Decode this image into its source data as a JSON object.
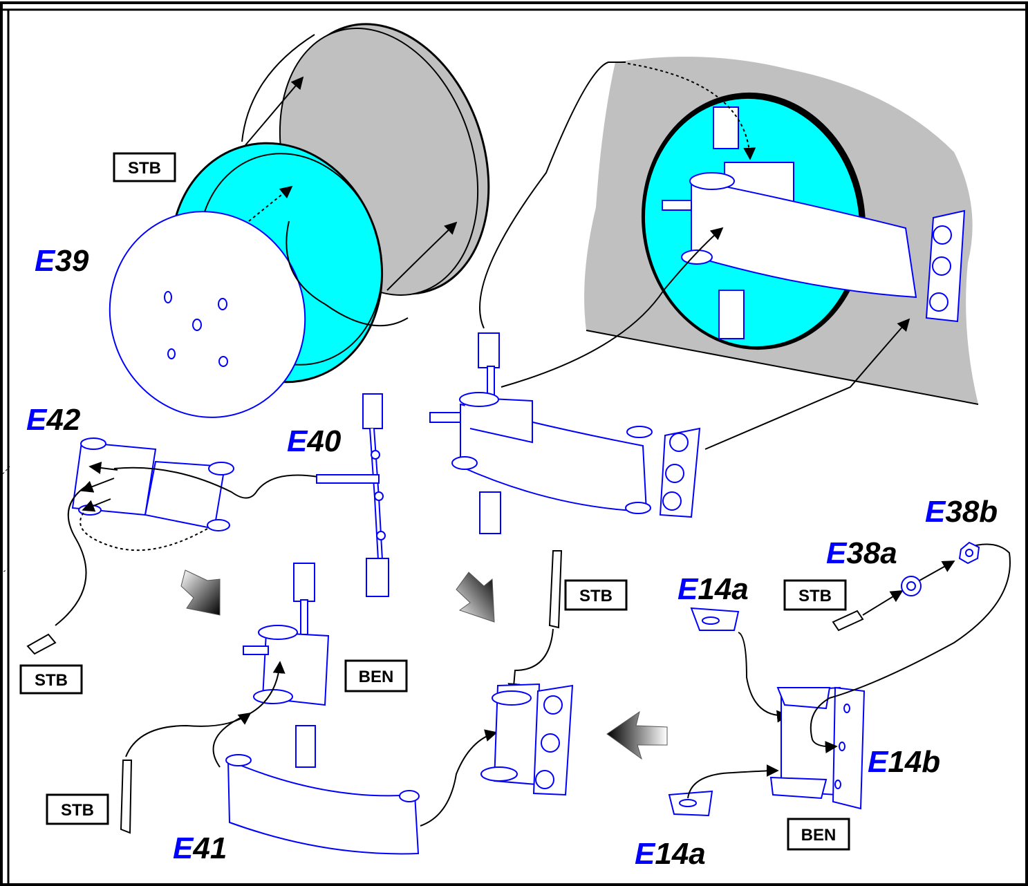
{
  "labels": {
    "e39": {
      "prefix": "E",
      "num": "39"
    },
    "e42": {
      "prefix": "E",
      "num": "42"
    },
    "e40": {
      "prefix": "E",
      "num": "40"
    },
    "e41": {
      "prefix": "E",
      "num": "41"
    },
    "e14a_top": {
      "prefix": "E",
      "num": "14a"
    },
    "e14a_bottom": {
      "prefix": "E",
      "num": "14a"
    },
    "e14b": {
      "prefix": "E",
      "num": "14b"
    },
    "e38a": {
      "prefix": "E",
      "num": "38a"
    },
    "e38b": {
      "prefix": "E",
      "num": "38b"
    }
  },
  "boxes": {
    "stb_top": "STB",
    "stb_left": "STB",
    "stb_bottom_left": "STB",
    "stb_middle": "STB",
    "stb_right": "STB",
    "ben_middle": "BEN",
    "ben_right": "BEN"
  },
  "colors": {
    "part_blue": "#0000ff",
    "cyan_fill": "#00ffff",
    "grey_fill": "#c0c0c0",
    "outline": "#000000"
  }
}
